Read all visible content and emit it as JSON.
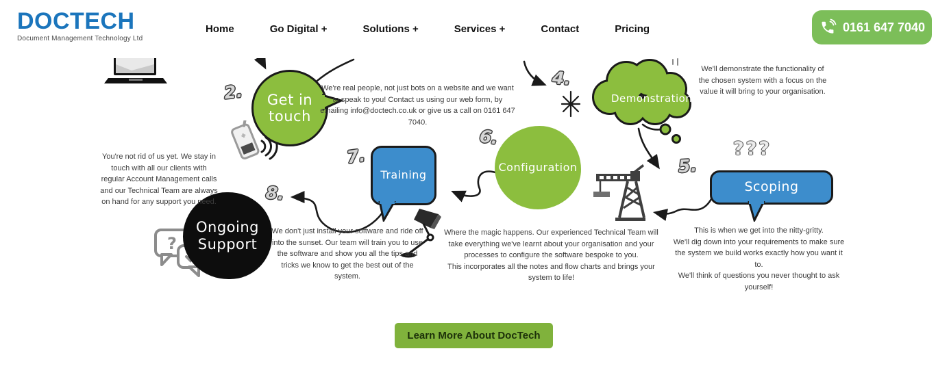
{
  "brand": {
    "logo_text": "DOCTECH",
    "tagline": "Document Management Technology Ltd"
  },
  "nav": {
    "items": [
      {
        "label": "Home"
      },
      {
        "label": "Go Digital +"
      },
      {
        "label": "Solutions +"
      },
      {
        "label": "Services +"
      },
      {
        "label": "Contact"
      },
      {
        "label": "Pricing"
      }
    ]
  },
  "phone": {
    "number": "0161 647 7040"
  },
  "diagram": {
    "steps": [
      {
        "number": "2.",
        "label": "Get in touch",
        "shape": "outlined-circle-speech",
        "color": "green",
        "description": "We're real people, not just bots on a website and we want to speak to you! Contact us using our web form, by emailing info@doctech.co.uk or give us a call on 0161 647 7040."
      },
      {
        "number": "4.",
        "label": "Demonstration",
        "shape": "cloud",
        "color": "green",
        "description": "We'll demonstrate the functionality of the chosen system with a focus on the value it will bring to your organisation."
      },
      {
        "number": "5.",
        "label": "Scoping",
        "shape": "rounded-speech",
        "color": "blue",
        "description": "This is when we get into the nitty-gritty.\nWe'll dig down into your requirements to make sure the system we build works exactly how you want it to.\nWe'll think of questions you never thought to ask yourself!"
      },
      {
        "number": "6.",
        "label": "Configuration",
        "shape": "circle",
        "color": "green",
        "description": "Where the magic happens. Our experienced Technical Team will take everything we've learnt about your organisation and your processes to configure the software bespoke to you.\nThis incorporates all the notes and flow charts and brings your system to life!"
      },
      {
        "number": "7.",
        "label": "Training",
        "shape": "square-speech",
        "color": "blue",
        "description": "We don't just install your software and ride off into the sunset. Our team will train you to use the software and show you all the tips and tricks we know to get the best out of the system."
      },
      {
        "number": "8.",
        "label": "Ongoing Support",
        "shape": "circle",
        "color": "black",
        "description": "You're not rid of us yet. We stay in touch with all our clients with regular Account Management calls and our Technical Team are always on hand for any support you need."
      }
    ],
    "question_marks": "???",
    "icons": [
      "laptop-icon",
      "mobile-phone-icon",
      "asterisk-icon",
      "crane-icon",
      "desk-lamp-icon",
      "chat-bubbles-icon",
      "phone-icon"
    ]
  },
  "cta": {
    "label": "Learn More About DocTech"
  },
  "colors": {
    "logo_blue": "#1b75bc",
    "green": "#8cbe3e",
    "blue": "#3d8dcc",
    "black_bubble": "#0d0d0d",
    "phone_button_green": "#7cbe59",
    "cta_green": "#80b23c"
  }
}
